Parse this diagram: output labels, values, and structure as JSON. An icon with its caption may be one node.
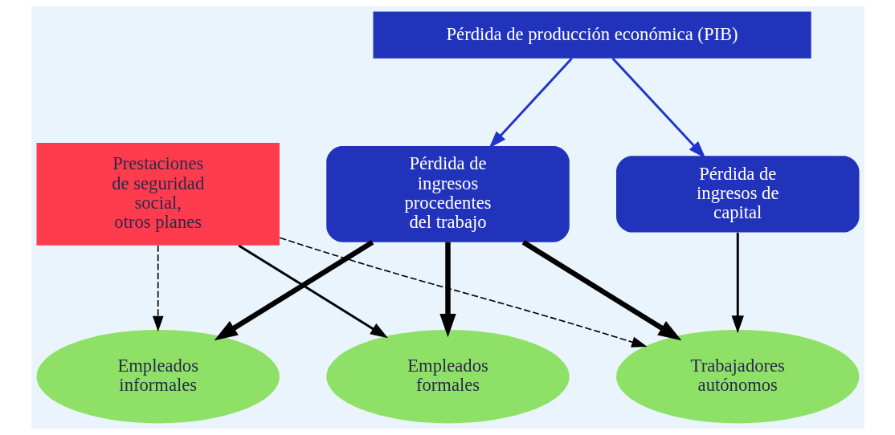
{
  "diagram": {
    "nodes": [
      {
        "text": [
          "Pérdida de producción económica (PIB)"
        ]
      },
      {
        "text": [
          "Prestaciones de seguridad social, otros planes"
        ]
      },
      {
        "text": [
          "Pérdida de ingresos procedentes del trabajo"
        ]
      },
      {
        "text": [
          "Pérdida de ingresos de capital"
        ]
      },
      {
        "text": [
          "Empleados formales"
        ]
      },
      {
        "text": [
          "Empleados informales"
        ]
      },
      {
        "text": [
          "Trabajadores autónomos"
        ]
      }
    ],
    "edges": [
      {
        "from": 0,
        "to": 2,
        "arrow": "to",
        "color": "#2233cc"
      },
      {
        "from": 0,
        "to": 3,
        "arrow": "to",
        "color": "#2233cc"
      },
      {
        "from": 1,
        "to": 4,
        "arrow": "to"
      },
      {
        "from": 1,
        "to": 5,
        "arrow": "to",
        "style": "dashed"
      },
      {
        "from": 1,
        "to": 6,
        "arrow": "to",
        "style": "dashed"
      },
      {
        "from": 2,
        "to": 4,
        "arrow": "to",
        "style": "thick"
      },
      {
        "from": 2,
        "to": 5,
        "arrow": "to",
        "style": "thick"
      },
      {
        "from": 2,
        "to": 6,
        "arrow": "to",
        "style": "thick"
      },
      {
        "from": 3,
        "to": 6,
        "arrow": "to"
      }
    ]
  }
}
